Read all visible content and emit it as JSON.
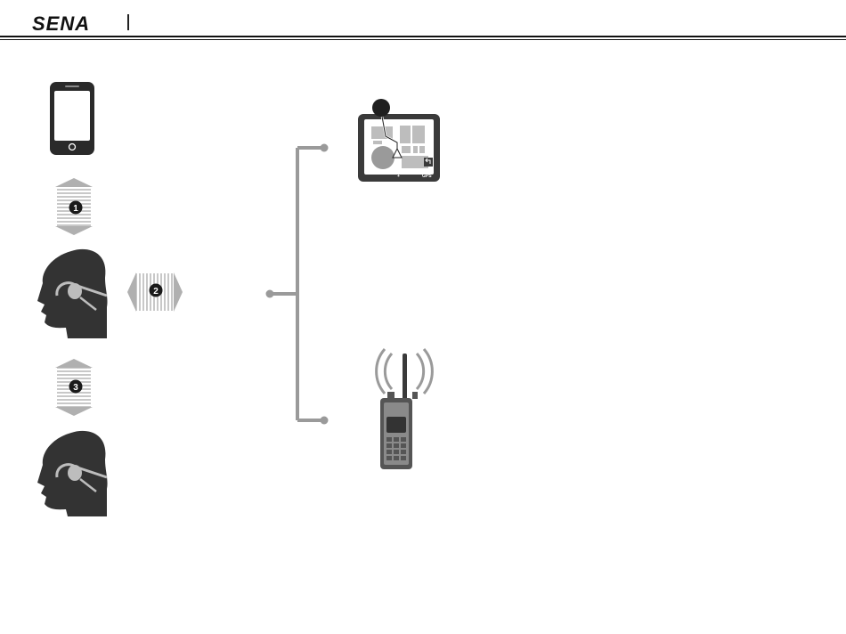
{
  "header": {
    "brand": "SENA"
  },
  "steps": [
    {
      "badge": "1"
    },
    {
      "badge": "2"
    },
    {
      "badge": "3"
    }
  ],
  "gps": {
    "label": "GPS"
  },
  "colors": {
    "connector": "#9a9a9a",
    "device_dark": "#2a2a2a",
    "head": "#333333",
    "arrow_gray": "#b0b0b0",
    "radio_body": "#8a8a8a"
  },
  "icons": [
    "smartphone-icon",
    "headset-head-icon",
    "gps-navigator-icon",
    "two-way-radio-icon"
  ]
}
